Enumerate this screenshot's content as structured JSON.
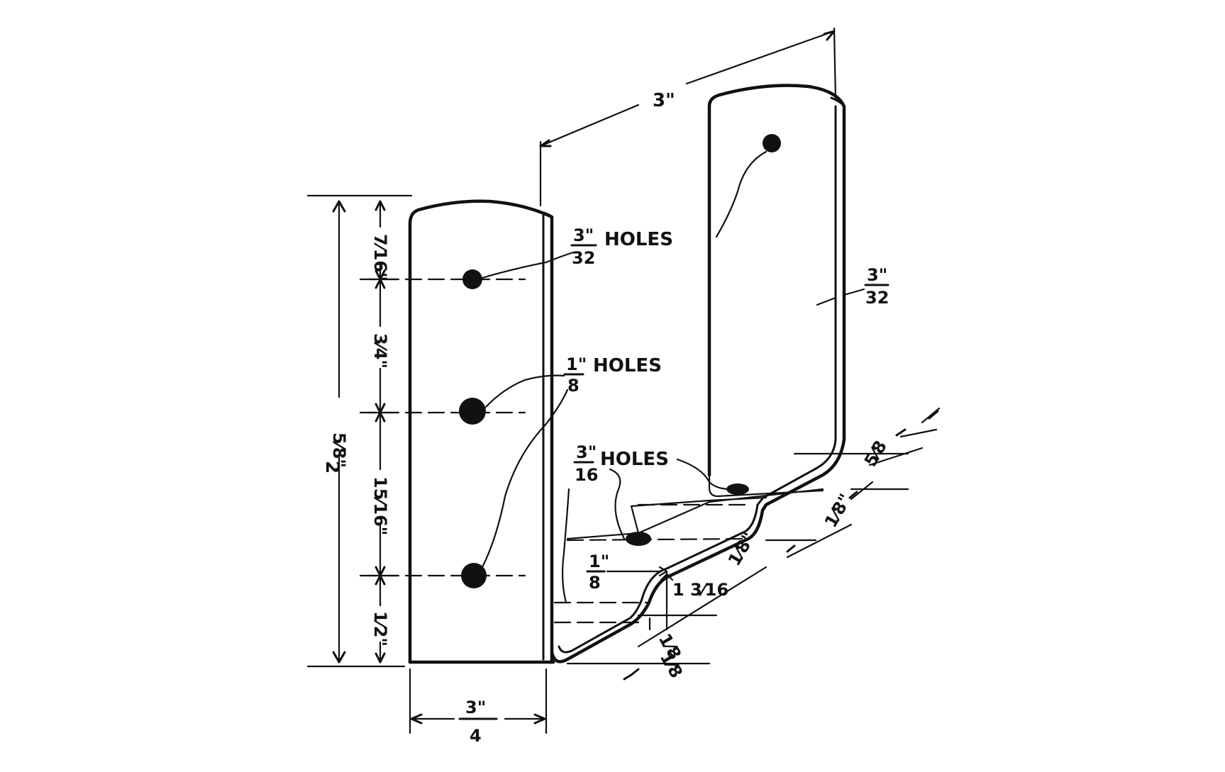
{
  "colors": {
    "ink": "#111111",
    "paper": "#ffffff"
  },
  "labels": {
    "width_top": "3\"",
    "thickness": {
      "num": "3\"",
      "den": "32"
    },
    "holes_3_32": {
      "num": "3\"",
      "den": "32",
      "text": "HOLES"
    },
    "holes_1_8": {
      "num": "1\"",
      "den": "8",
      "text": "HOLES"
    },
    "holes_3_16": {
      "num": "3\"",
      "den": "16",
      "text": "HOLES"
    },
    "overall_height": {
      "whole": "2",
      "frac": "5⁄8\""
    },
    "seg_top": "7⁄16\"",
    "seg_2": "3⁄4\"",
    "seg_3": "15⁄16\"",
    "seg_bottom": "1⁄2\"",
    "bottom_width": {
      "num": "3\"",
      "den": "4"
    },
    "small_1_8": {
      "num": "1\"",
      "den": "8"
    },
    "step_height": "1 3⁄16",
    "step_depth": "1⁄8",
    "base_1": "1⁄8\"",
    "base_2": "1⁄8\"",
    "base_3": "5⁄8",
    "base_4": "1⁄8"
  }
}
